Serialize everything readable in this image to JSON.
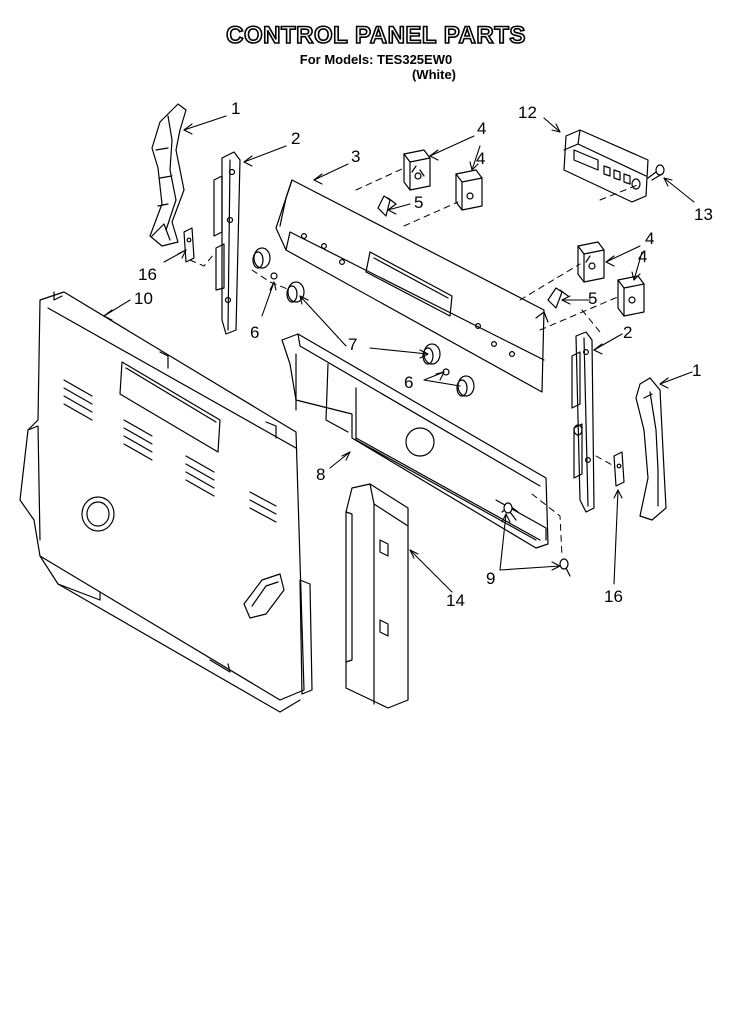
{
  "header": {
    "title": "CONTROL PANEL PARTS",
    "models_line": "For Models: TES325EW0",
    "color_line": "(White)"
  },
  "callouts": [
    {
      "id": "1",
      "part": "end-cap-left"
    },
    {
      "id": "2",
      "part": "bracket-left"
    },
    {
      "id": "3",
      "part": "control-panel"
    },
    {
      "id": "4",
      "part": "switch-upper-left"
    },
    {
      "id": "4",
      "part": "switch-upper-right"
    },
    {
      "id": "5",
      "part": "clip-upper"
    },
    {
      "id": "12",
      "part": "clock-timer"
    },
    {
      "id": "13",
      "part": "screw-clock"
    },
    {
      "id": "16",
      "part": "clip-left"
    },
    {
      "id": "10",
      "part": "rear-panel"
    },
    {
      "id": "6",
      "part": "spacer-left"
    },
    {
      "id": "4",
      "part": "switch-right-top"
    },
    {
      "id": "4",
      "part": "switch-right-bottom"
    },
    {
      "id": "5",
      "part": "clip-right"
    },
    {
      "id": "2",
      "part": "bracket-right"
    },
    {
      "id": "7",
      "part": "knobs"
    },
    {
      "id": "6",
      "part": "spacer-right"
    },
    {
      "id": "1",
      "part": "end-cap-right"
    },
    {
      "id": "8",
      "part": "manifold-panel"
    },
    {
      "id": "9",
      "part": "screws"
    },
    {
      "id": "16",
      "part": "clip-right-lower"
    },
    {
      "id": "14",
      "part": "channel"
    }
  ]
}
